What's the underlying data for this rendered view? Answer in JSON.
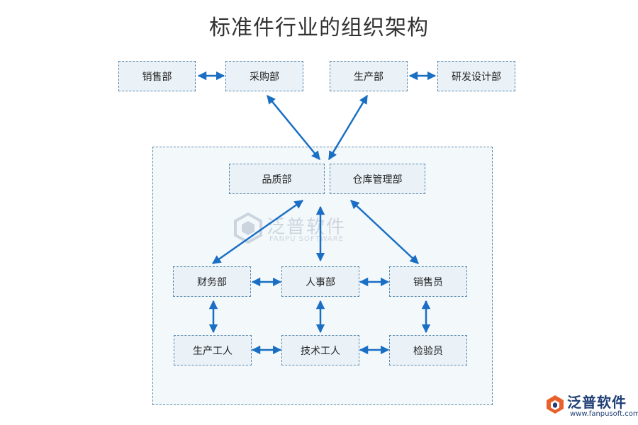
{
  "title": "标准件行业的组织架构",
  "nodes": {
    "sales_dept": "销售部",
    "purchase_dept": "采购部",
    "production_dept": "生产部",
    "rd_dept": "研发设计部",
    "quality_dept": "品质部",
    "warehouse_dept": "仓库管理部",
    "finance_dept": "财务部",
    "hr_dept": "人事部",
    "salesperson": "销售员",
    "production_worker": "生产工人",
    "tech_worker": "技术工人",
    "inspector": "检验员"
  },
  "watermark": {
    "cn": "泛普软件",
    "en": "FANPU SOFTWARE"
  },
  "logo": {
    "cn": "泛普软件",
    "url": "www.fanpusoft.com"
  },
  "colors": {
    "arrow": "#1a6fc4",
    "box_fill": "#eaf2f8",
    "box_border": "#5a89ad",
    "container_fill": "#f3f8fb"
  }
}
